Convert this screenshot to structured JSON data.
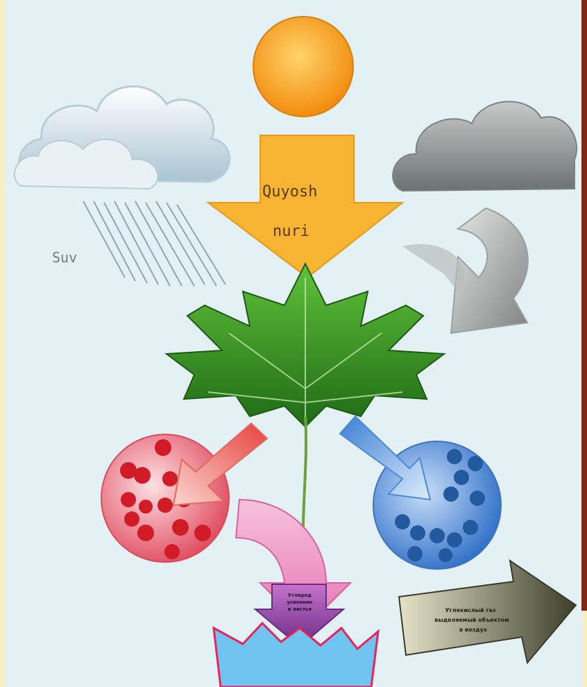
{
  "labels": {
    "sunlight_line1": "Quyosh",
    "sunlight_line2": "nuri",
    "water": "Suv",
    "dark_arrow_line1": "Углекислый газ",
    "dark_arrow_line2": "выделяемый объектом",
    "dark_arrow_line3": "в воздух",
    "purple_arrow_line1": "Углерод",
    "purple_arrow_line2": "усвоение",
    "purple_arrow_line3": "в листья"
  },
  "colors": {
    "background": "#e3f1f5",
    "frame_border": "#7a2a14",
    "frame_outer": "#f6eec4",
    "sun": "#f7a21c",
    "sun_arrow": "#f7b332",
    "rain_cloud": "#d9e6ec",
    "grey_cloud": "#8e9296",
    "grey_arrow": "#9aa0a0",
    "leaf": "#3e9a22",
    "red_circle": "#e8576a",
    "red_dots": "#d11b26",
    "blue_circle": "#4b88d6",
    "blue_dots": "#235a9f",
    "red_arrow": "#f37c74",
    "blue_arrow": "#6ea8e8",
    "pink_arrow": "#f1a0c8",
    "purple_arrow": "#8a3c9a",
    "burst": "#6fc3ef",
    "burst_edge": "#e8225a",
    "dark_arrow": "#5a5a48"
  },
  "icons": [
    "sun-icon",
    "rain-cloud-icon",
    "grey-cloud-icon",
    "leaf-icon"
  ]
}
